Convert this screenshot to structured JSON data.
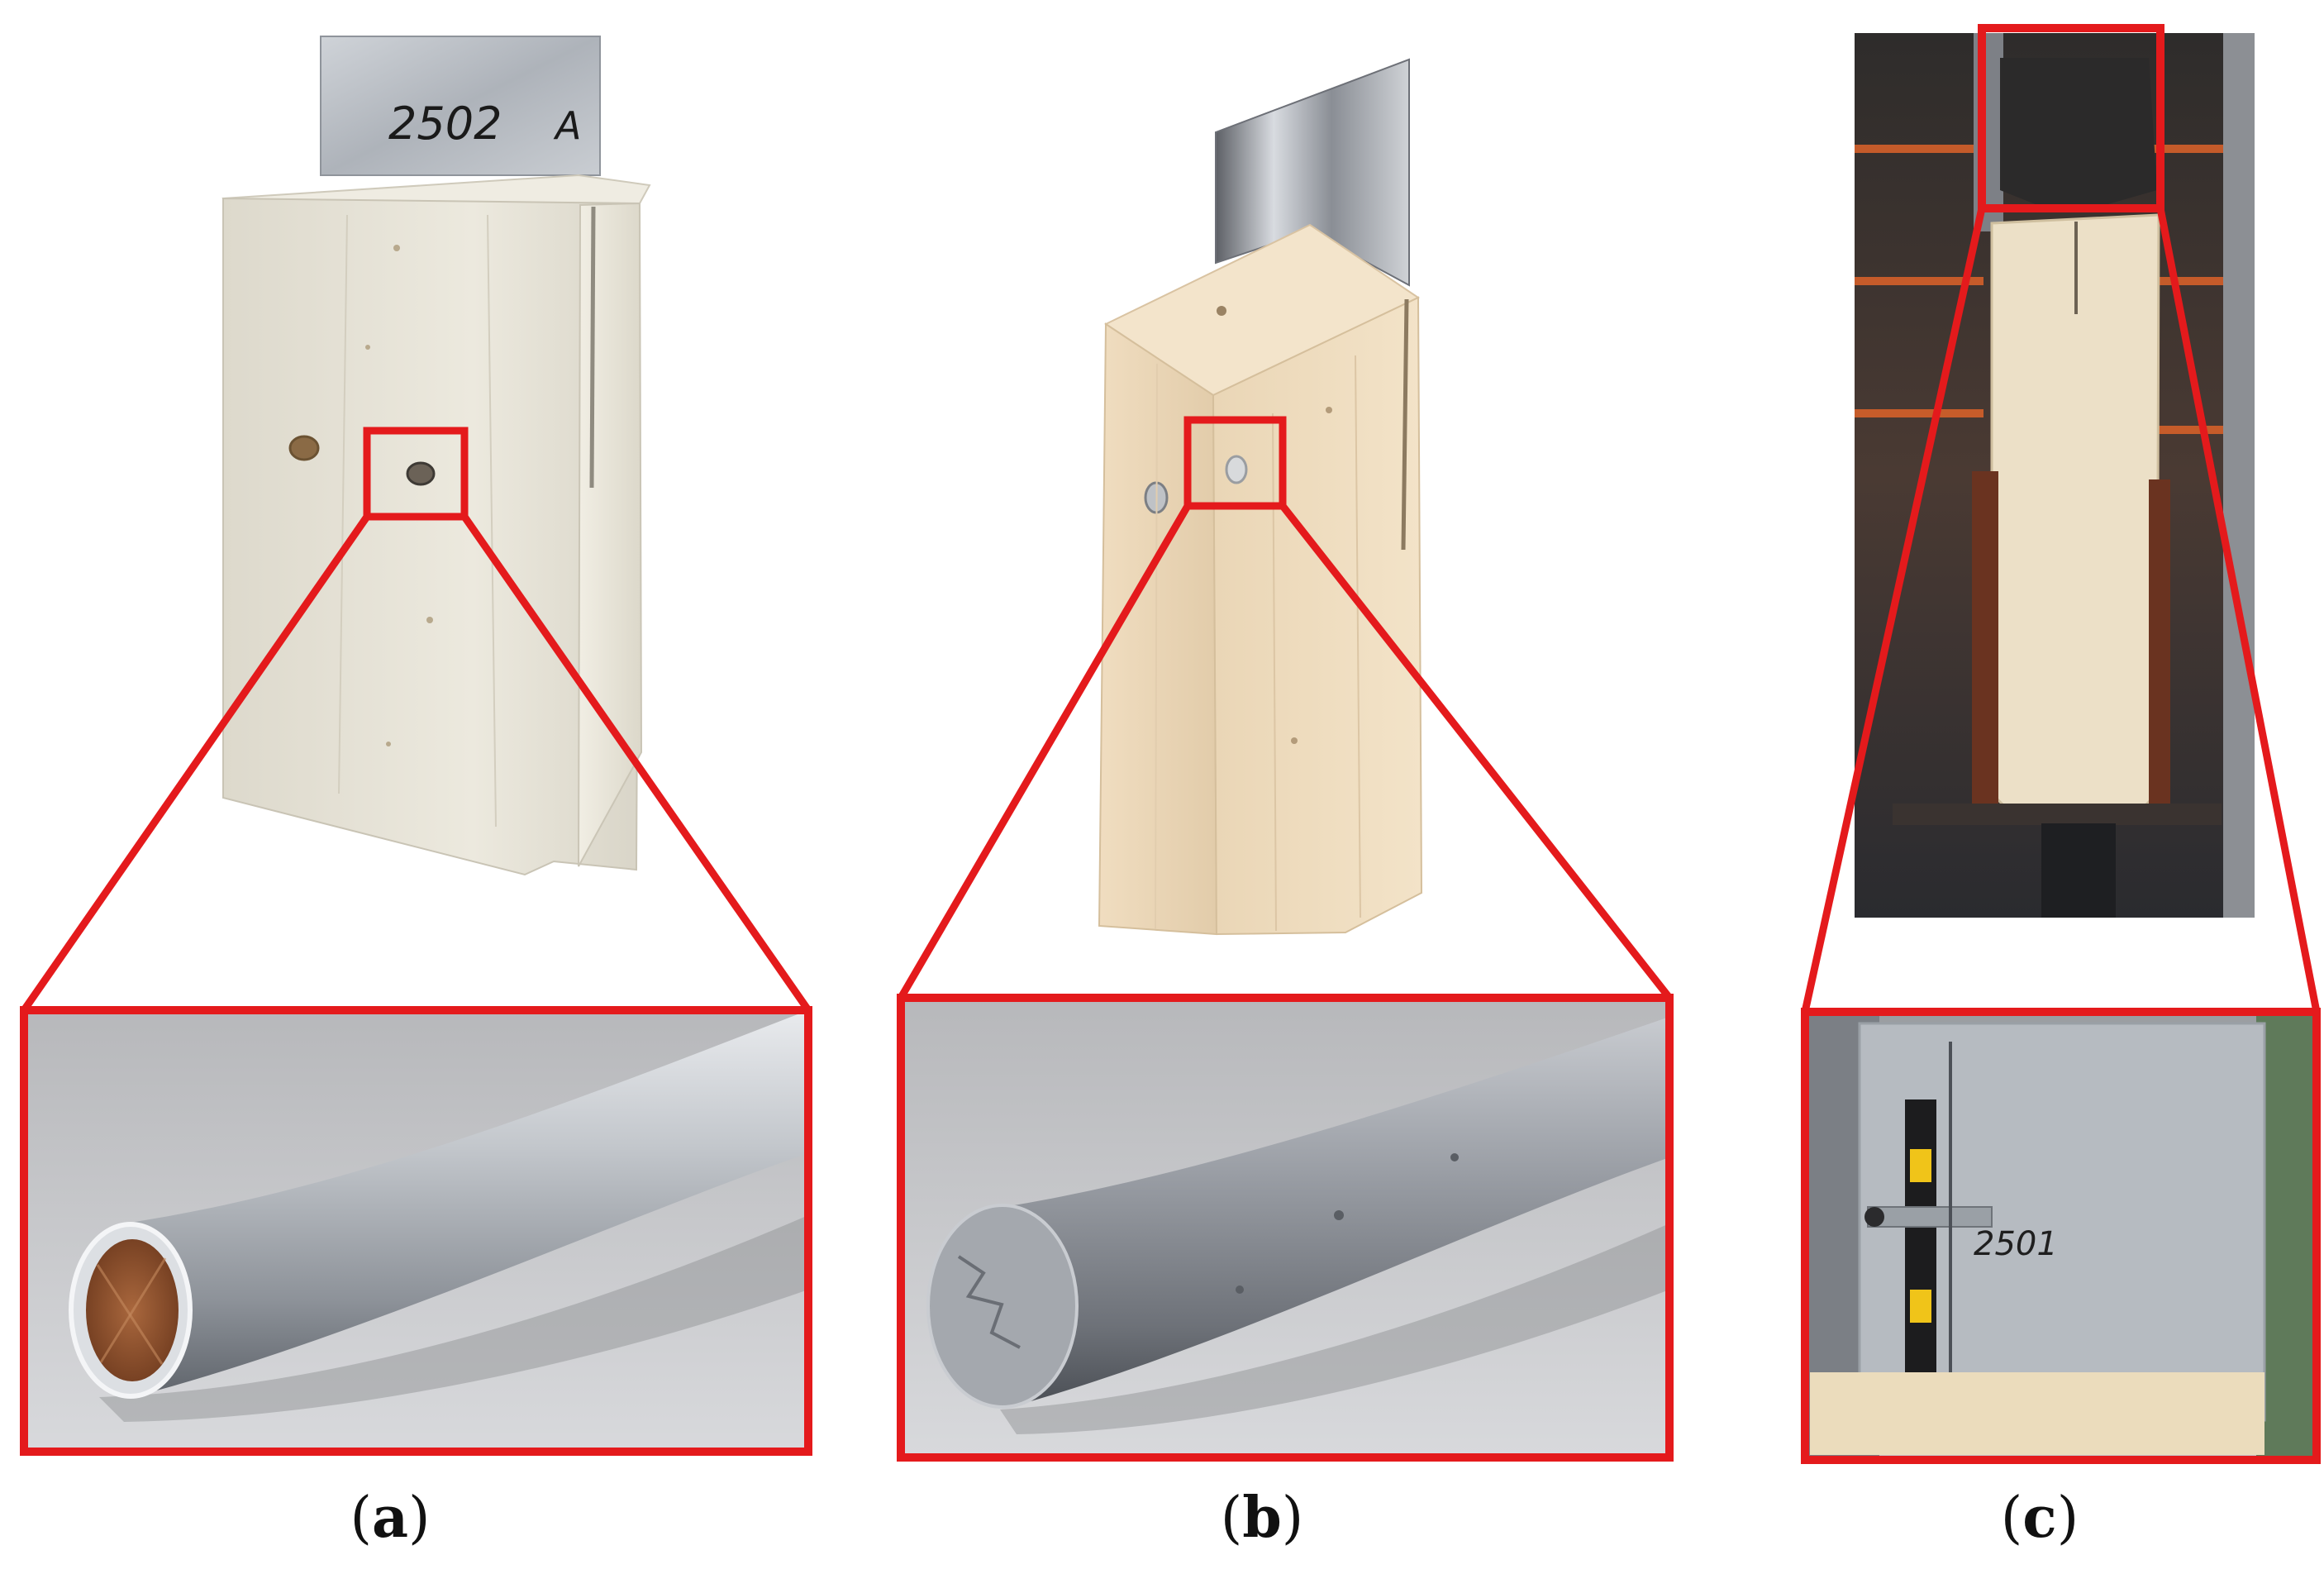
{
  "panels": [
    {
      "id": "a",
      "caption_open": "(",
      "caption_letter": "a",
      "caption_close": ")",
      "specimen_mark": "2502",
      "specimen_side": "A"
    },
    {
      "id": "b",
      "caption_open": "(",
      "caption_letter": "b",
      "caption_close": ")"
    },
    {
      "id": "c",
      "caption_open": "(",
      "caption_letter": "c",
      "caption_close": ")",
      "specimen_mark": "2501"
    }
  ],
  "colors": {
    "callout": "#e41a1c",
    "timber_light": "#e6e3d7",
    "timber_warm": "#ecd8b8",
    "steel": "#b9bdc3",
    "background": "#ffffff"
  }
}
